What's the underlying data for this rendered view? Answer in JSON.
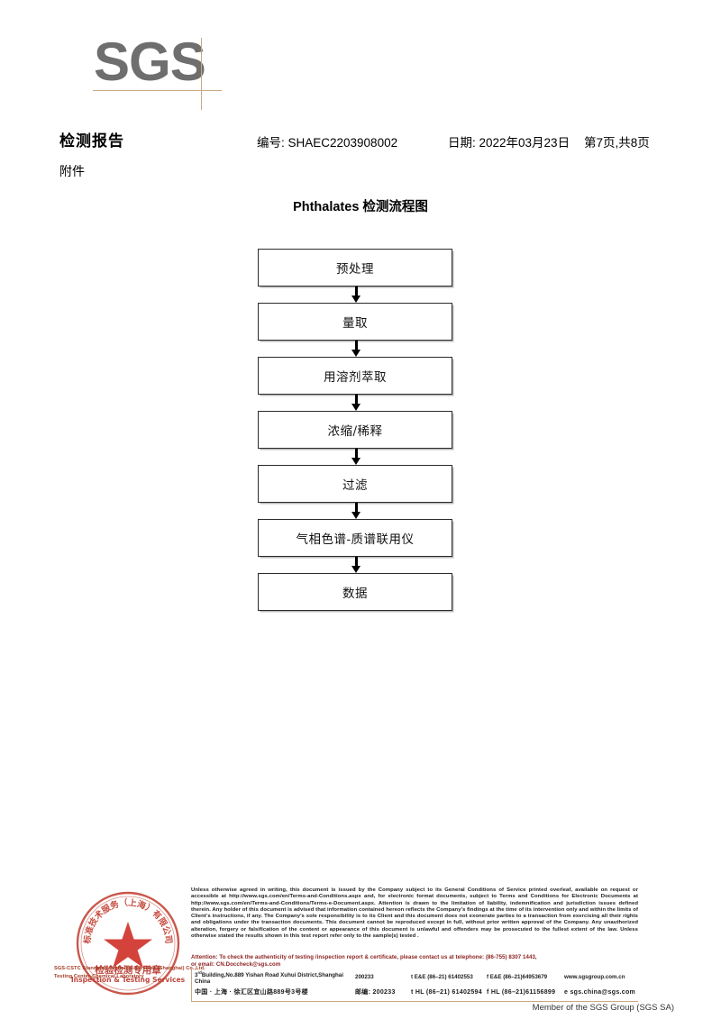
{
  "logo": {
    "text": "SGS",
    "line_color": "#c9a882",
    "text_color": "#6e6e6e"
  },
  "header": {
    "report_title": "检测报告",
    "attachment_label": "附件",
    "report_no": "编号: SHAEC2203908002",
    "date": "日期: 2022年03月23日",
    "page": "第7页,共8页"
  },
  "flowchart": {
    "title": "Phthalates 检测流程图",
    "steps": [
      {
        "label": "预处理"
      },
      {
        "label": "量取"
      },
      {
        "label": "用溶剂萃取"
      },
      {
        "label": "浓缩/稀释"
      },
      {
        "label": "过滤"
      },
      {
        "label": "气相色谱-质谱联用仪"
      },
      {
        "label": "数据"
      }
    ]
  },
  "footer": {
    "stamp": {
      "ring_top_text": "标标准技术服务（上海）有限公司",
      "center_cn": "检验检测专用章",
      "center_en": "Inspection & Testing Services",
      "company_line1": "SGS-CSTC Standards Technical Services (Shanghai) Co.,Ltd.",
      "company_line2": "Testing Center-Chemical Laboratory",
      "color": "#c0392b"
    },
    "legal_text": [
      "Unless otherwise agreed in writing, this document is issued by the Company subject to its General Conditions of Service printed overleaf, available on request or accessible at http://www.sgs.com/en/Terms-and-Conditions.aspx and, for electronic format documents, subject to Terms and Conditions for Electronic Documents at http://www.sgs.com/en/Terms-and-Conditions/Terms-e-Document.aspx. Attention is drawn to the limitation of liability, indemnification and jurisdiction issues defined therein. Any holder of this document is advised that information contained hereon reflects the Company's findings at the time of its intervention only and within the limits of Client's instructions, if any. The Company's sole responsibility is to its Client and this document does not exonerate parties to a transaction from exercising all their rights and obligations under the transaction documents. This document cannot be reproduced except in full, without prior written approval of the Company. Any unauthorized alteration, forgery or falsification of the content or appearance of this document is unlawful and offenders may be prosecuted to the fullest extent of the law. Unless otherwise stated the results shown in this test report refer only to the sample(s) tested ."
    ],
    "attention_text": [
      "Attention: To check the authenticity of testing /inspection report & certificate, please contact us at telephone: (86-755) 8307 1443,",
      "or email: CN.Doccheck@sgs.com"
    ],
    "address": {
      "en_address": "Building,No.889 Yishan Road Xuhui District,Shanghai China",
      "en_prefix": "3",
      "en_sup": "rd",
      "en_zip": "200233",
      "cn_address": "中国 · 上海 · 徐汇区宜山路889号3号楼",
      "cn_zip_label": "邮编: 200233",
      "phone_row1_a": "t E&E (86–21) 61402553",
      "phone_row1_b": "f E&E (86–21)64953679",
      "phone_row2_a": "t HL (86–21) 61402594",
      "phone_row2_b": "f HL (86–21)61156899",
      "web": "www.sgsgroup.com.cn",
      "email": "e  sgs.china@sgs.com"
    },
    "member_line": "Member of the SGS Group (SGS SA)"
  }
}
